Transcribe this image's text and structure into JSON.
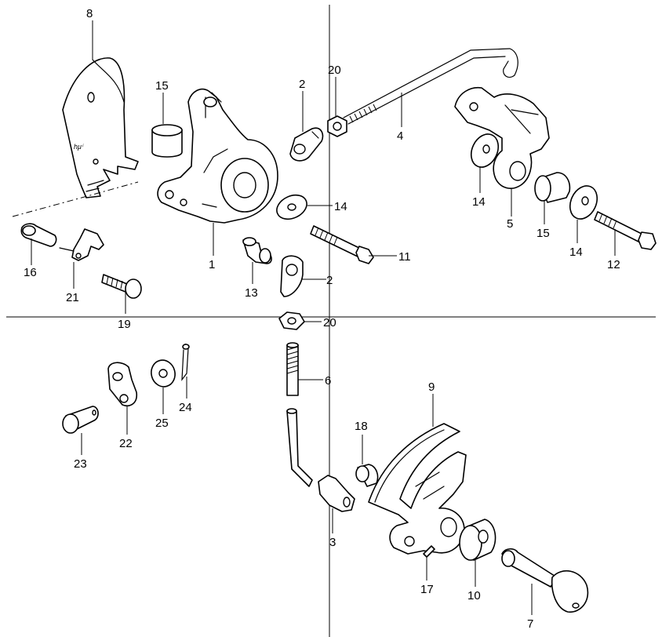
{
  "diagram": {
    "callouts": [
      "1",
      "2",
      "2",
      "3",
      "4",
      "5",
      "6",
      "7",
      "8",
      "9",
      "10",
      "11",
      "12",
      "13",
      "14",
      "14",
      "14",
      "15",
      "15",
      "16",
      "17",
      "18",
      "19",
      "20",
      "20",
      "21",
      "22",
      "23",
      "24",
      "25"
    ],
    "plate_marking": "hμⁱ"
  }
}
